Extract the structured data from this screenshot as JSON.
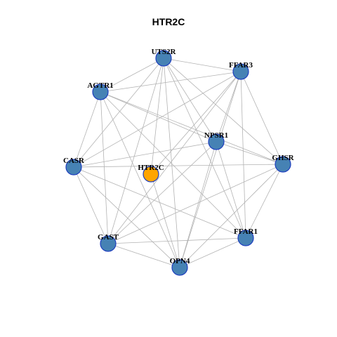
{
  "title": "HTR2C",
  "colors": {
    "center_node": "#ffa500",
    "outer_node": "#4682b4",
    "node_border": "#1f3fbf",
    "edge": "#b3b3b3"
  },
  "nodes": [
    {
      "id": "UTS2R",
      "label": "UTS2R",
      "role": "outer"
    },
    {
      "id": "FFAR3",
      "label": "FFAR3",
      "role": "outer"
    },
    {
      "id": "AGTR1",
      "label": "AGTR1",
      "role": "outer"
    },
    {
      "id": "NPSR1",
      "label": "NPSR1",
      "role": "outer"
    },
    {
      "id": "CASR",
      "label": "CASR",
      "role": "outer"
    },
    {
      "id": "HTR2C",
      "label": "HTR2C",
      "role": "center"
    },
    {
      "id": "GHSR",
      "label": "GHSR",
      "role": "outer"
    },
    {
      "id": "FFAR1",
      "label": "FFAR1",
      "role": "outer"
    },
    {
      "id": "GAST",
      "label": "GAST",
      "role": "outer"
    },
    {
      "id": "OPN4",
      "label": "OPN4",
      "role": "outer"
    }
  ],
  "edges": [
    [
      "UTS2R",
      "FFAR3"
    ],
    [
      "UTS2R",
      "AGTR1"
    ],
    [
      "UTS2R",
      "NPSR1"
    ],
    [
      "UTS2R",
      "CASR"
    ],
    [
      "UTS2R",
      "GHSR"
    ],
    [
      "UTS2R",
      "FFAR1"
    ],
    [
      "UTS2R",
      "GAST"
    ],
    [
      "UTS2R",
      "OPN4"
    ],
    [
      "UTS2R",
      "HTR2C"
    ],
    [
      "FFAR3",
      "AGTR1"
    ],
    [
      "FFAR3",
      "NPSR1"
    ],
    [
      "FFAR3",
      "GHSR"
    ],
    [
      "FFAR3",
      "FFAR1"
    ],
    [
      "FFAR3",
      "GAST"
    ],
    [
      "FFAR3",
      "OPN4"
    ],
    [
      "FFAR3",
      "CASR"
    ],
    [
      "FFAR3",
      "HTR2C"
    ],
    [
      "AGTR1",
      "NPSR1"
    ],
    [
      "AGTR1",
      "CASR"
    ],
    [
      "AGTR1",
      "GHSR"
    ],
    [
      "AGTR1",
      "FFAR1"
    ],
    [
      "AGTR1",
      "GAST"
    ],
    [
      "AGTR1",
      "OPN4"
    ],
    [
      "NPSR1",
      "CASR"
    ],
    [
      "NPSR1",
      "GHSR"
    ],
    [
      "NPSR1",
      "FFAR1"
    ],
    [
      "NPSR1",
      "GAST"
    ],
    [
      "NPSR1",
      "OPN4"
    ],
    [
      "CASR",
      "GHSR"
    ],
    [
      "CASR",
      "FFAR1"
    ],
    [
      "CASR",
      "GAST"
    ],
    [
      "CASR",
      "OPN4"
    ],
    [
      "GHSR",
      "FFAR1"
    ],
    [
      "GHSR",
      "GAST"
    ],
    [
      "GHSR",
      "OPN4"
    ],
    [
      "FFAR1",
      "GAST"
    ],
    [
      "FFAR1",
      "OPN4"
    ],
    [
      "GAST",
      "OPN4"
    ],
    [
      "HTR2C",
      "OPN4"
    ]
  ]
}
